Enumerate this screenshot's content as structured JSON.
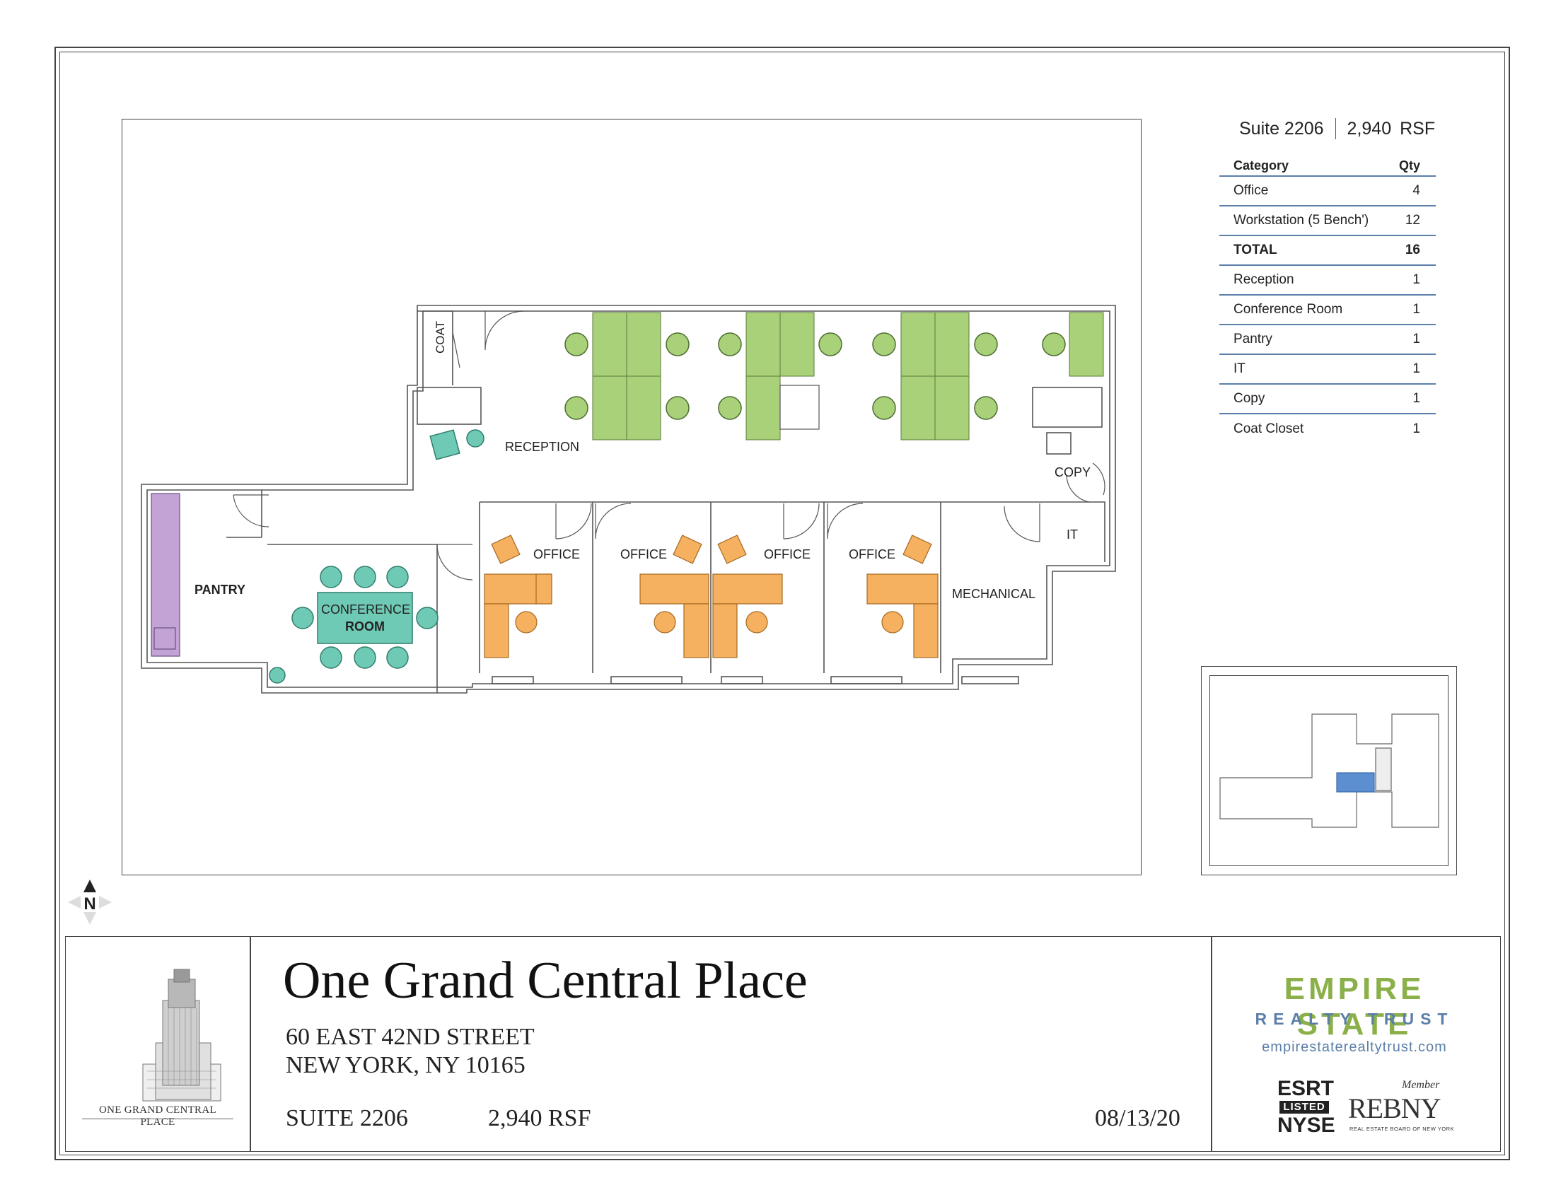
{
  "suite_info": {
    "suite_label": "Suite 2206",
    "rsf_value": "2,940",
    "rsf_unit": "RSF",
    "table_header": {
      "category": "Category",
      "qty": "Qty"
    },
    "rows": [
      {
        "category": "Office",
        "qty": "4"
      },
      {
        "category": "Workstation (5 Bench')",
        "qty": "12"
      },
      {
        "category": "TOTAL",
        "qty": "16"
      },
      {
        "category": "Reception",
        "qty": "1"
      },
      {
        "category": "Conference Room",
        "qty": "1"
      },
      {
        "category": "Pantry",
        "qty": "1"
      },
      {
        "category": "IT",
        "qty": "1"
      },
      {
        "category": "Copy",
        "qty": "1"
      },
      {
        "category": "Coat Closet",
        "qty": "1"
      }
    ]
  },
  "plan_labels": {
    "coat": "COAT",
    "reception": "RECEPTION",
    "copy": "COPY",
    "it": "IT",
    "pantry": "PANTRY",
    "conference_line1": "CONFERENCE",
    "conference_line2": "ROOM",
    "office": "OFFICE",
    "mechanical": "MECHANICAL"
  },
  "compass_label": "N",
  "title_block": {
    "building_caption": "ONE GRAND CENTRAL PLACE",
    "property_name": "One Grand Central Place",
    "address_line1": "60 EAST 42ND STREET",
    "address_line2": "NEW YORK, NY 10165",
    "suite": "SUITE 2206",
    "rsf": "2,940  RSF",
    "date": "08/13/20"
  },
  "branding": {
    "name": "EMPIRE STATE",
    "sub": "REALTY TRUST",
    "url": "empirestaterealtytrust.com",
    "ticker": "ESRT",
    "listed": "LISTED",
    "exchange": "NYSE",
    "member": "Member",
    "rebny": "REBNY",
    "rebny_full": "REAL ESTATE BOARD OF NEW YORK"
  },
  "colors": {
    "workstation": "#a8d17a",
    "office_furniture": "#f5b060",
    "conference_furniture": "#6fcab5",
    "pantry_counter": "#c3a3d6",
    "highlight_suite": "#5b8fd0",
    "brand_green": "#8bb04a",
    "brand_blue": "#5b7fa8"
  }
}
